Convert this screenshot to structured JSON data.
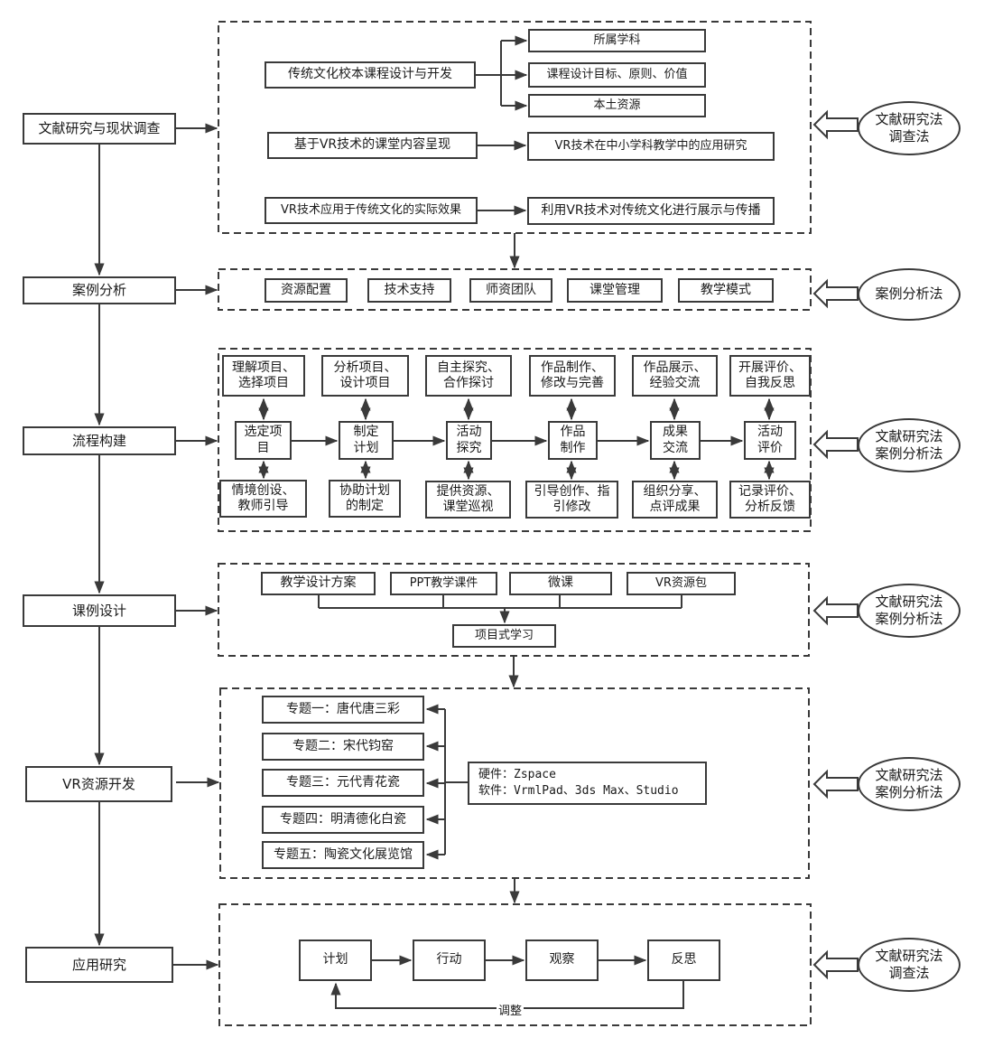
{
  "stages": [
    "文献研究与现状调查",
    "案例分析",
    "流程构建",
    "课例设计",
    "VR资源开发",
    "应用研究"
  ],
  "methods": {
    "m1": [
      "文献研究法",
      "调查法"
    ],
    "m2": [
      "案例分析法"
    ],
    "m3": [
      "文献研究法",
      "案例分析法"
    ],
    "m4": [
      "文献研究法",
      "案例分析法"
    ],
    "m5": [
      "文献研究法",
      "案例分析法"
    ],
    "m6": [
      "文献研究法",
      "调查法"
    ]
  },
  "literature": {
    "topic1": "传统文化校本课程设计与开发",
    "topic1_items": [
      "所属学科",
      "课程设计目标、原则、价值",
      "本土资源"
    ],
    "topic2": "基于VR技术的课堂内容呈现",
    "topic2_item": "VR技术在中小学科教学中的应用研究",
    "topic3": "VR技术应用于传统文化的实际效果",
    "topic3_item": "利用VR技术对传统文化进行展示与传播"
  },
  "case_items": [
    "资源配置",
    "技术支持",
    "师资团队",
    "课堂管理",
    "教学模式"
  ],
  "process": {
    "top": [
      [
        "理解项目、",
        "选择项目"
      ],
      [
        "分析项目、",
        "设计项目"
      ],
      [
        "自主探究、",
        "合作探讨"
      ],
      [
        "作品制作、",
        "修改与完善"
      ],
      [
        "作品展示、",
        "经验交流"
      ],
      [
        "开展评价、",
        "自我反思"
      ]
    ],
    "mid": [
      [
        "选定项",
        "目"
      ],
      [
        "制定",
        "计划"
      ],
      [
        "活动",
        "探究"
      ],
      [
        "作品",
        "制作"
      ],
      [
        "成果",
        "交流"
      ],
      [
        "活动",
        "评价"
      ]
    ],
    "bottom": [
      [
        "情境创设、",
        "教师引导"
      ],
      [
        "协助计划",
        "的制定"
      ],
      [
        "提供资源、",
        "课堂巡视"
      ],
      [
        "引导创作、指",
        "引修改"
      ],
      [
        "组织分享、",
        "点评成果"
      ],
      [
        "记录评价、",
        "分析反馈"
      ]
    ]
  },
  "lesson": {
    "items": [
      "教学设计方案",
      "PPT教学课件",
      "微课",
      "VR资源包"
    ],
    "result": "项目式学习"
  },
  "vr": {
    "topics": [
      "专题一：唐代唐三彩",
      "专题二：宋代钧窑",
      "专题三：元代青花瓷",
      "专题四：明清德化白瓷",
      "专题五：陶瓷文化展览馆"
    ],
    "hardware": "硬件：Zspace",
    "software": "软件：VrmlPad、3ds Max、Studio"
  },
  "app": {
    "cycle": [
      "计划",
      "行动",
      "观察",
      "反思"
    ],
    "feedback": "调整"
  }
}
